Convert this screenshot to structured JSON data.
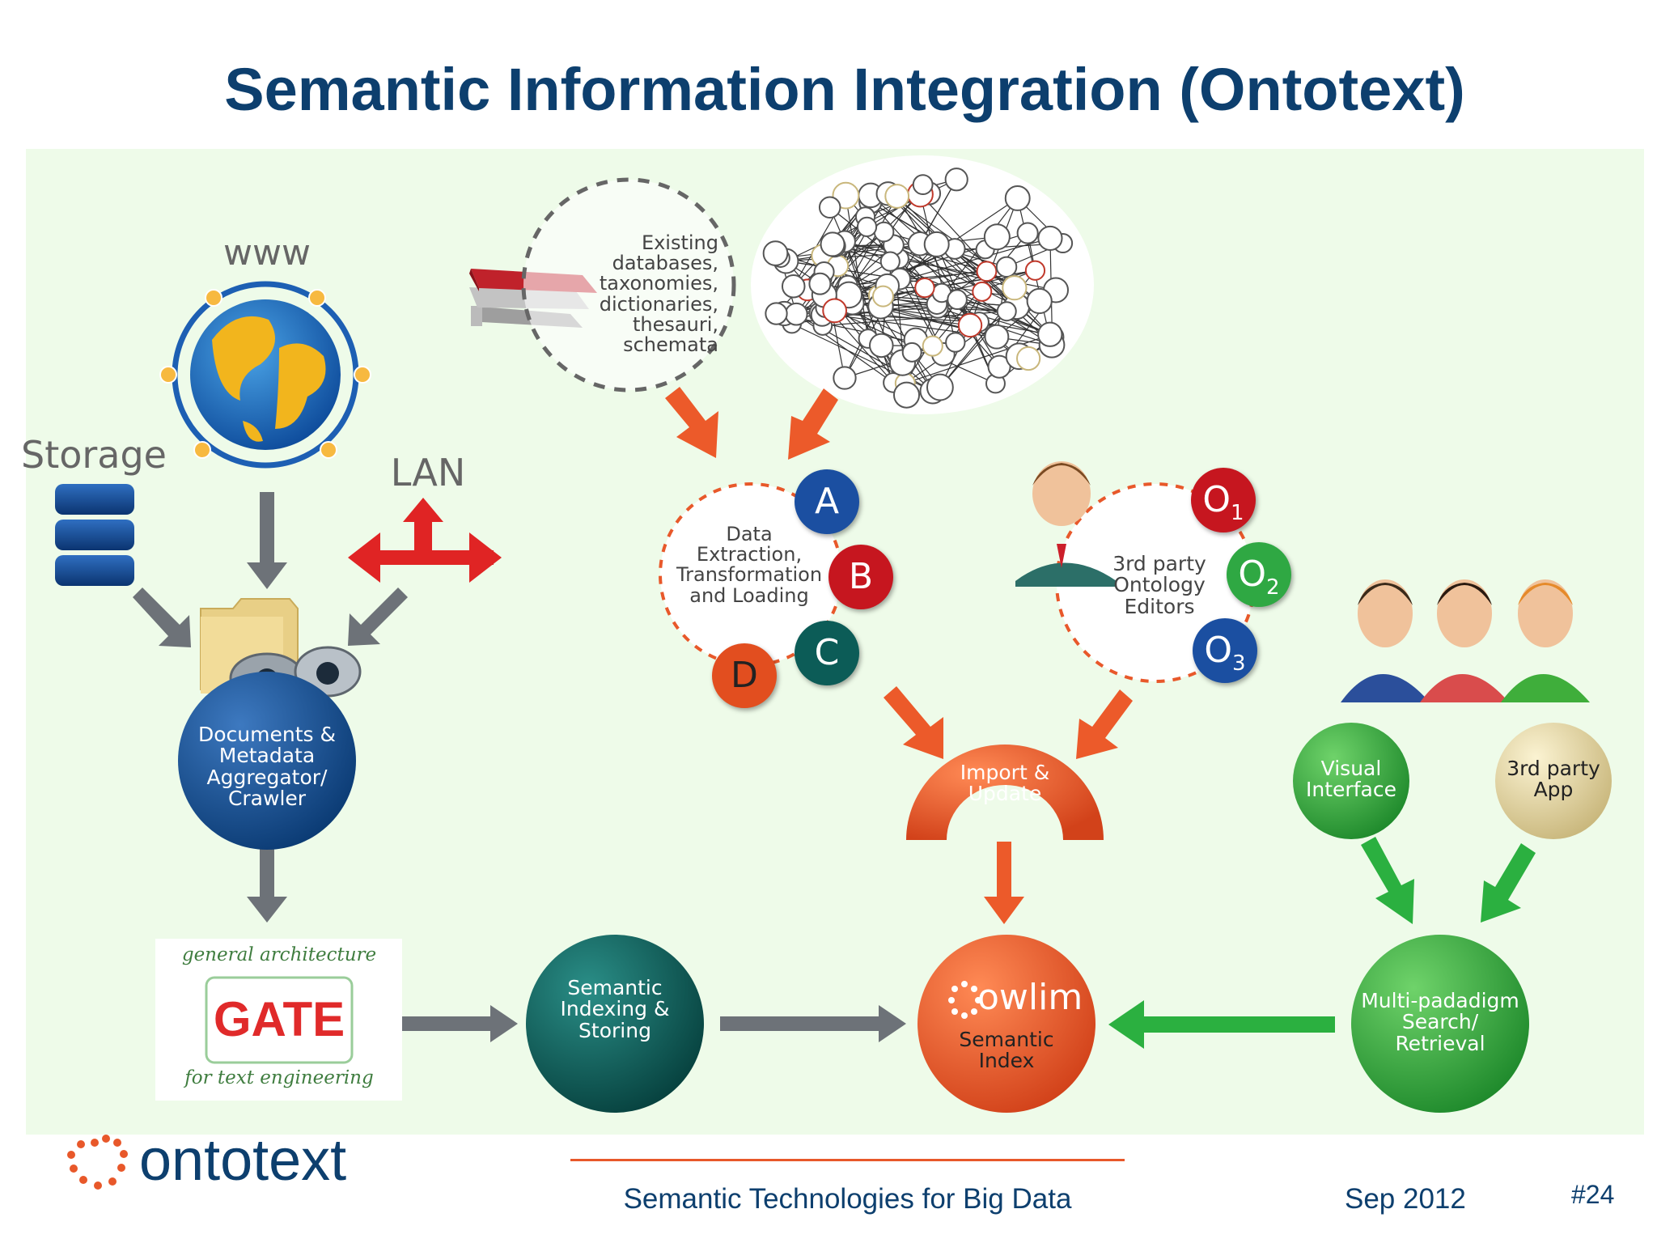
{
  "slide": {
    "title": "Semantic Information Integration (Ontotext)"
  },
  "diagram": {
    "www_label": "www",
    "storage_label": "Storage",
    "lan_label": "LAN",
    "aggregator_label": "Documents & Metadata Aggregator/ Crawler",
    "existing_sources_label": "Existing databases, taxonomies, dictionaries, thesauri, schemata",
    "etl_label": "Data Extraction, Transformation and Loading",
    "etl_badges": [
      "A",
      "B",
      "C",
      "D"
    ],
    "ontology_editors_label": "3rd party Ontology Editors",
    "ontology_badges": [
      {
        "main": "O",
        "sub": "1"
      },
      {
        "main": "O",
        "sub": "2"
      },
      {
        "main": "O",
        "sub": "3"
      }
    ],
    "import_update_label": "Import & Update",
    "gate_logo": {
      "top": "general architecture",
      "name": "GATE",
      "bottom": "for text engineering"
    },
    "semantic_indexing_label": "Semantic Indexing & Storing",
    "owlim_brand": "owlim",
    "owlim_label": "Semantic Index",
    "visual_interface_label": "Visual Interface",
    "third_party_app_label": "3rd party App",
    "multiparadigm_label": "Multi-padadigm Search/ Retrieval",
    "colors": {
      "orange": "#e8582a",
      "green": "#2fa843",
      "gray": "#6d7278",
      "navy": "#0d3f6e",
      "teal": "#0c5c57"
    }
  },
  "footer": {
    "logo_text": "ontotext",
    "center_text": "Semantic Technologies for Big Data",
    "date": "Sep 2012",
    "slide_number": "#24"
  }
}
